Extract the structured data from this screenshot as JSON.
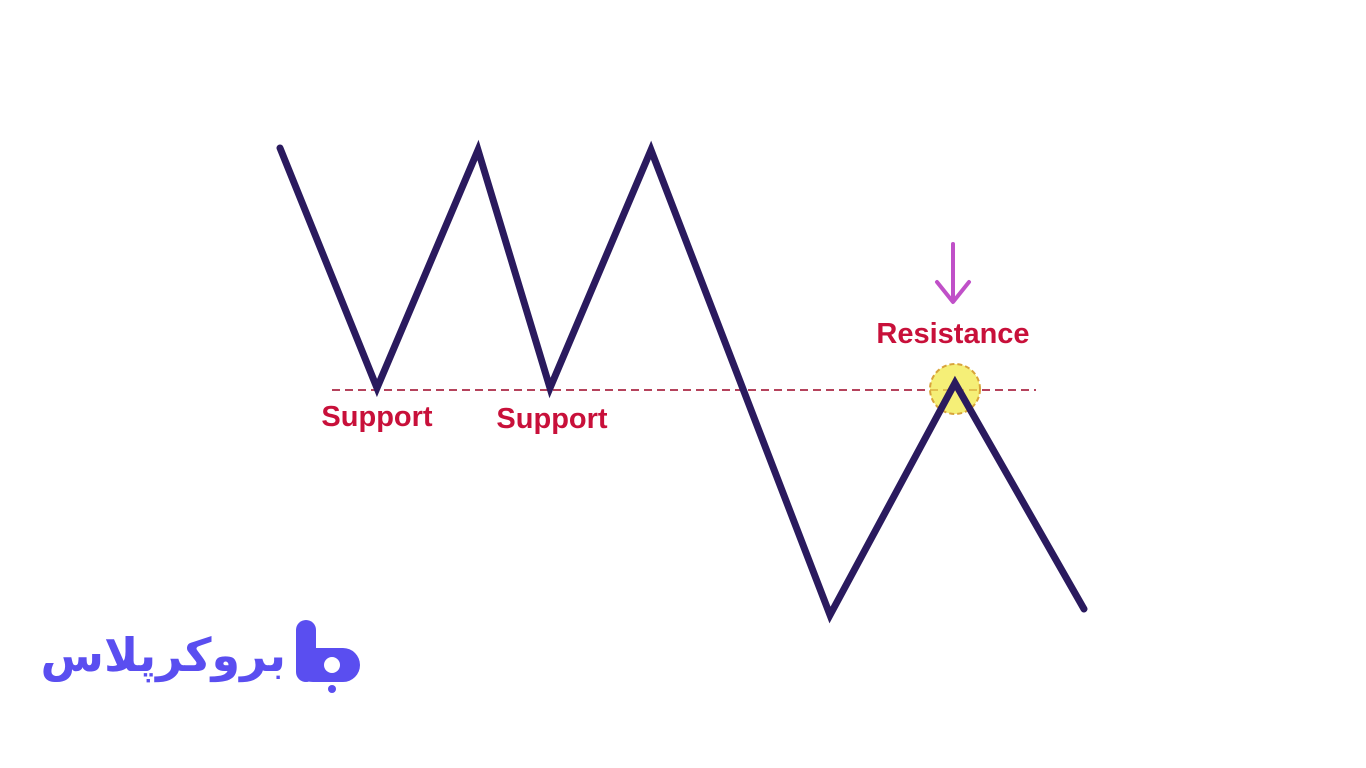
{
  "labels": {
    "support_1": "Support",
    "support_2": "Support",
    "resistance": "Resistance"
  },
  "logo": {
    "text": "بروکرپلاس"
  },
  "colors": {
    "price_line": "#2a1a5e",
    "level_line": "#b5435c",
    "label_text": "#c8103a",
    "arrow": "#c050c8",
    "highlight_fill": "#f2ea4a",
    "highlight_stroke": "#d8a33a",
    "logo": "#5a4ef0"
  },
  "icons": {
    "pointer": "down-arrow-icon",
    "highlight": "highlight-circle-icon",
    "logo_mark": "broker-plus-logo-icon"
  }
}
